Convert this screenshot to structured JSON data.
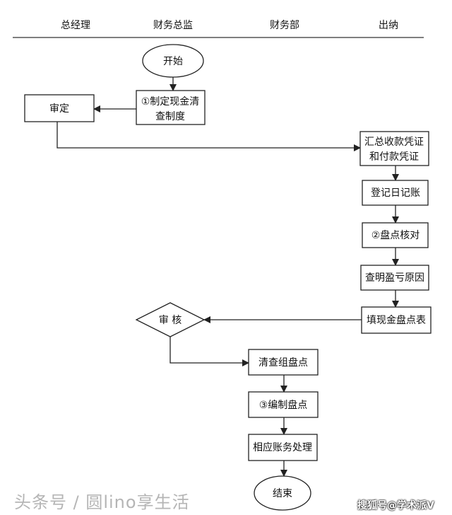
{
  "lanes": [
    "总经理",
    "财务总监",
    "财务部",
    "出纳"
  ],
  "nodes": {
    "start": "开始",
    "step1_line1": "①制定现金清",
    "step1_line2": "查制度",
    "approve": "审定",
    "summary_line1": "汇总收款凭证",
    "summary_line2": "和付款凭证",
    "journal": "登记日记账",
    "check": "②盘点核对",
    "reason": "查明盈亏原因",
    "fill_form": "填现金盘点表",
    "review": "审 核",
    "team_count": "清查组盘点",
    "compile": "③编制盘点",
    "accounting": "相应账务处理",
    "end": "结束"
  },
  "watermarks": {
    "toutiao": "头条号 / 圆lino享生活",
    "sohu": "搜狐号@学术派V"
  }
}
